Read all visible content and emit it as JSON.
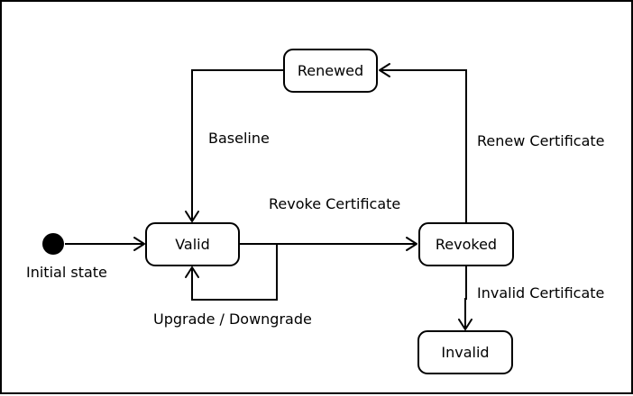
{
  "diagram": {
    "initial_state_label": "Initial state",
    "states": {
      "renewed": "Renewed",
      "valid": "Valid",
      "revoked": "Revoked",
      "invalid": "Invalid"
    },
    "transitions": {
      "baseline": "Baseline",
      "renew_certificate": "Renew Certificate",
      "revoke_certificate": "Revoke Certificate",
      "upgrade_downgrade": "Upgrade / Downgrade",
      "invalid_certificate": "Invalid Certificate"
    }
  }
}
